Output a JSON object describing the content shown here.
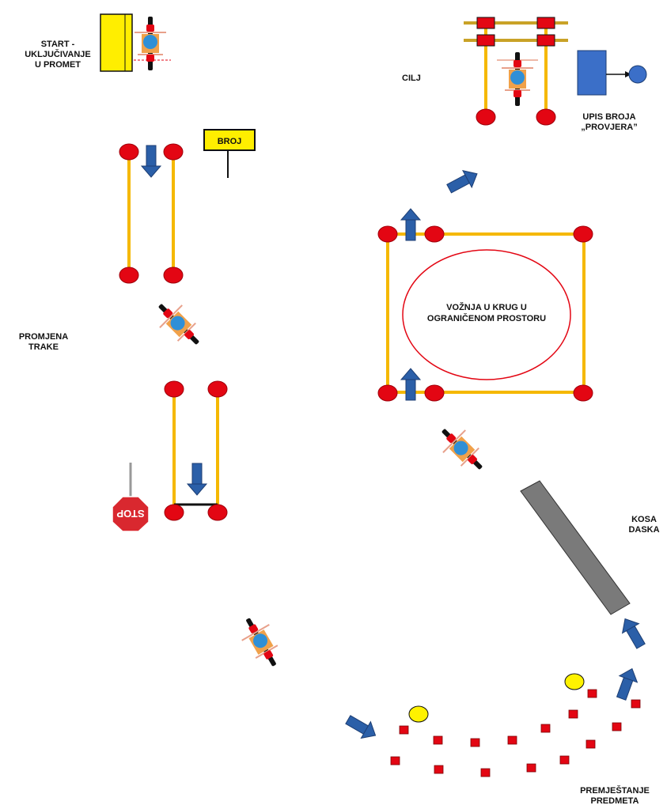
{
  "labels": {
    "start": "START -\nUKLJUČIVANJE\nU PROMET",
    "cilj": "CILJ",
    "upis": "UPIS BROJA\n„PROVJERA”",
    "broj_sign": "BROJ",
    "promjena": "PROMJENA\nTRAKE",
    "voznja_line1": "VOŽNJA U KRUG U",
    "voznja_line2": "OGRANIČENOM PROSTORU",
    "stop_sign": "STOP",
    "kosa": "KOSA\nDASKA",
    "premjestanje": "PREMJEŠTANJE\nPREDMETA"
  },
  "colors": {
    "cone_red": "#e30613",
    "pole_yellow": "#f5b800",
    "arrow_blue": "#2b5fa8",
    "sign_yellow": "#ffee00",
    "board_grey": "#7a7a7a",
    "box_blue": "#3b6fc8",
    "ball_yellow": "#fff200"
  }
}
